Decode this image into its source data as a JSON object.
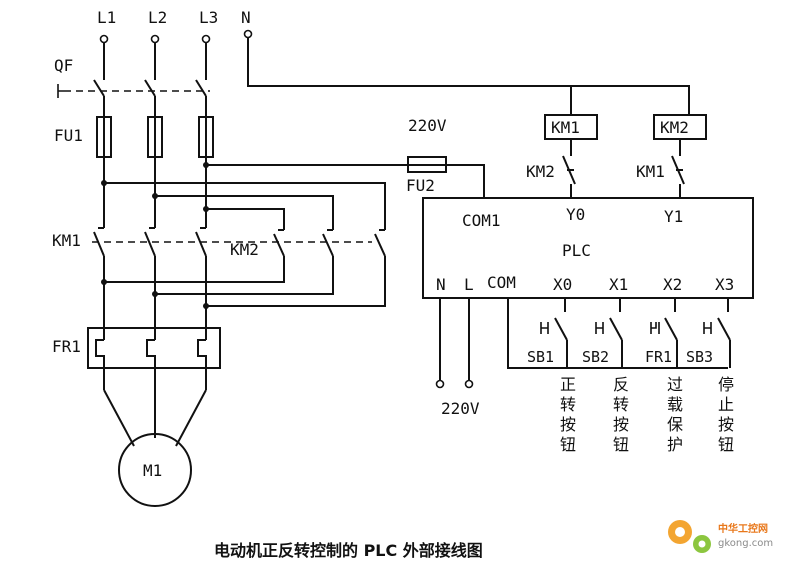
{
  "diagram": {
    "labels": {
      "l1": "L1",
      "l2": "L2",
      "l3": "L3",
      "n_top": "N",
      "qf": "QF",
      "fu1": "FU1",
      "fu2": "FU2",
      "v220_top": "220V",
      "km1_coil": "KM1",
      "km2_coil": "KM2",
      "km2_interlock": "KM2",
      "km1_interlock": "KM1",
      "km1_main": "KM1",
      "km2_main": "KM2",
      "fr1": "FR1",
      "motor": "M1",
      "v220_bottom": "220V"
    },
    "plc": {
      "name": "PLC",
      "com1": "COM1",
      "y0": "Y0",
      "y1": "Y1",
      "n": "N",
      "l": "L",
      "com": "COM",
      "x0": "X0",
      "x1": "X1",
      "x2": "X2",
      "x3": "X3"
    },
    "inputs": {
      "sb1": "SB1",
      "sb2": "SB2",
      "fr1": "FR1",
      "sb3": "SB3"
    },
    "functions": {
      "forward": [
        "正",
        "转",
        "按",
        "钮"
      ],
      "reverse": [
        "反",
        "转",
        "按",
        "钮"
      ],
      "overload": [
        "过",
        "载",
        "保",
        "护"
      ],
      "stop": [
        "停",
        "止",
        "按",
        "钮"
      ]
    },
    "caption": "电动机正反转控制的 PLC 外部接线图",
    "watermark": {
      "cn": "中华工控网",
      "url": "gkong.com"
    }
  }
}
